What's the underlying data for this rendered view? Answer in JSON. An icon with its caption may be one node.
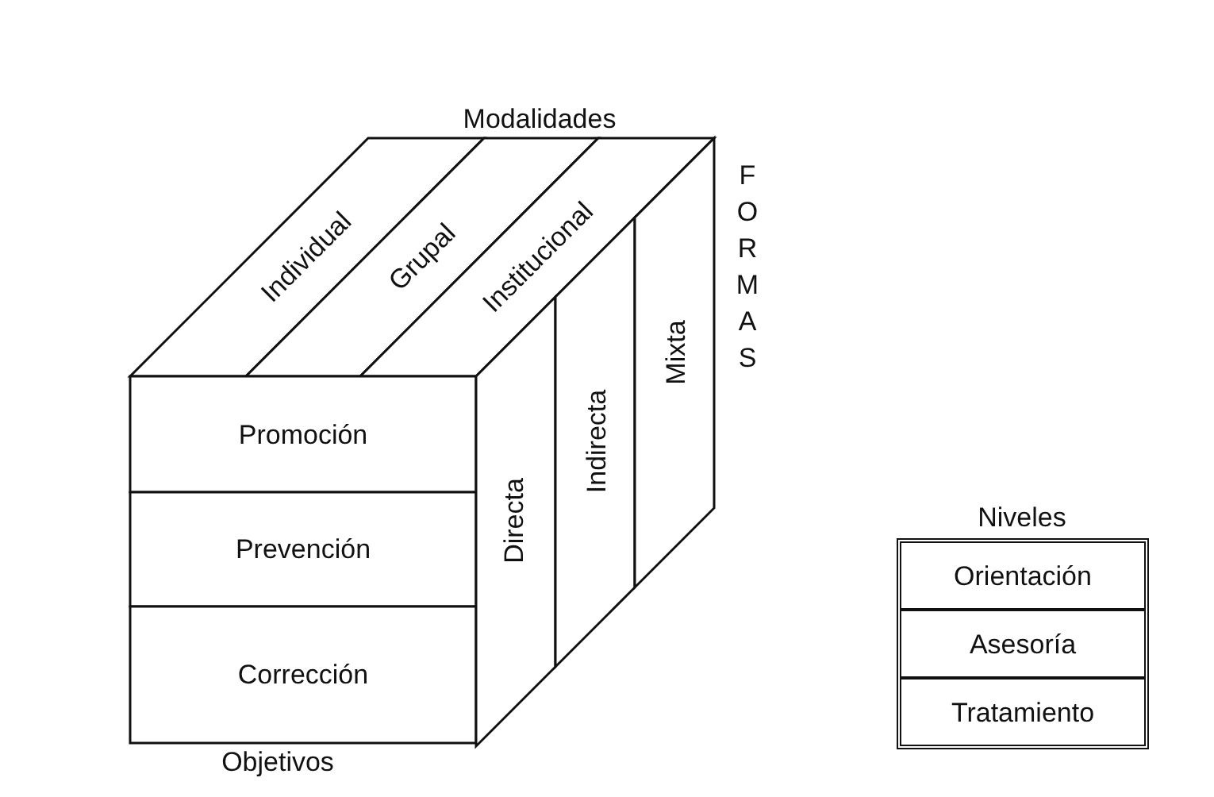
{
  "diagram": {
    "nodes": [
      {
        "text": [
          "Individual"
        ]
      },
      {
        "text": [
          "Grupal"
        ]
      },
      {
        "text": [
          "Institucional"
        ]
      },
      {
        "text": [
          "Promoción"
        ]
      },
      {
        "text": [
          "Prevención"
        ]
      },
      {
        "text": [
          "Corrección"
        ]
      },
      {
        "text": [
          "Directa"
        ]
      },
      {
        "text": [
          "Indirecta"
        ]
      },
      {
        "text": [
          "Mixta"
        ]
      },
      {
        "text": [
          "Niveles"
        ]
      },
      {
        "text": [
          "Orientación"
        ],
        "in": 9
      },
      {
        "text": [
          "Asesoría"
        ],
        "in": 9
      },
      {
        "text": [
          "Tratamiento"
        ],
        "in": 9
      }
    ],
    "edges": [],
    "labels": [
      "Modalidades",
      "FORMAS",
      "Objetivos"
    ]
  }
}
